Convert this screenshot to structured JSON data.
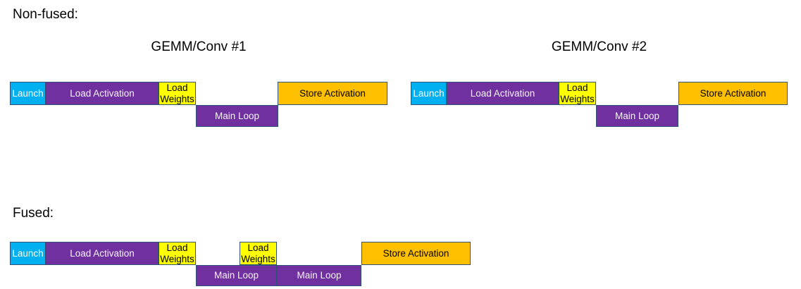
{
  "colors": {
    "border": "#31517B",
    "launch": {
      "bg": "#00B0F0",
      "text": "#FFFFFF"
    },
    "load": {
      "bg": "#7030A0",
      "text": "#F5F2F8"
    },
    "weights": {
      "bg": "#FFFF00",
      "text": "#000000"
    },
    "store": {
      "bg": "#FFC000",
      "text": "#000000"
    }
  },
  "nonfused": {
    "label": "Non-fused:",
    "groups": [
      {
        "title": "GEMM/Conv #1",
        "blocks": [
          {
            "kind": "launch",
            "label": "Launch"
          },
          {
            "kind": "load",
            "label": "Load Activation"
          },
          {
            "kind": "weights",
            "label": "Load Weights"
          },
          {
            "kind": "load",
            "label": "Main Loop"
          },
          {
            "kind": "store",
            "label": "Store Activation"
          }
        ]
      },
      {
        "title": "GEMM/Conv #2",
        "blocks": [
          {
            "kind": "launch",
            "label": "Launch"
          },
          {
            "kind": "load",
            "label": "Load Activation"
          },
          {
            "kind": "weights",
            "label": "Load Weights"
          },
          {
            "kind": "load",
            "label": "Main Loop"
          },
          {
            "kind": "store",
            "label": "Store Activation"
          }
        ]
      }
    ]
  },
  "fused": {
    "label": "Fused:",
    "blocks": [
      {
        "kind": "launch",
        "label": "Launch"
      },
      {
        "kind": "load",
        "label": "Load Activation"
      },
      {
        "kind": "weights",
        "label": "Load Weights"
      },
      {
        "kind": "load",
        "label": "Main Loop"
      },
      {
        "kind": "weights",
        "label": "Load Weights"
      },
      {
        "kind": "load",
        "label": "Main Loop"
      },
      {
        "kind": "store",
        "label": "Store Activation"
      }
    ]
  }
}
